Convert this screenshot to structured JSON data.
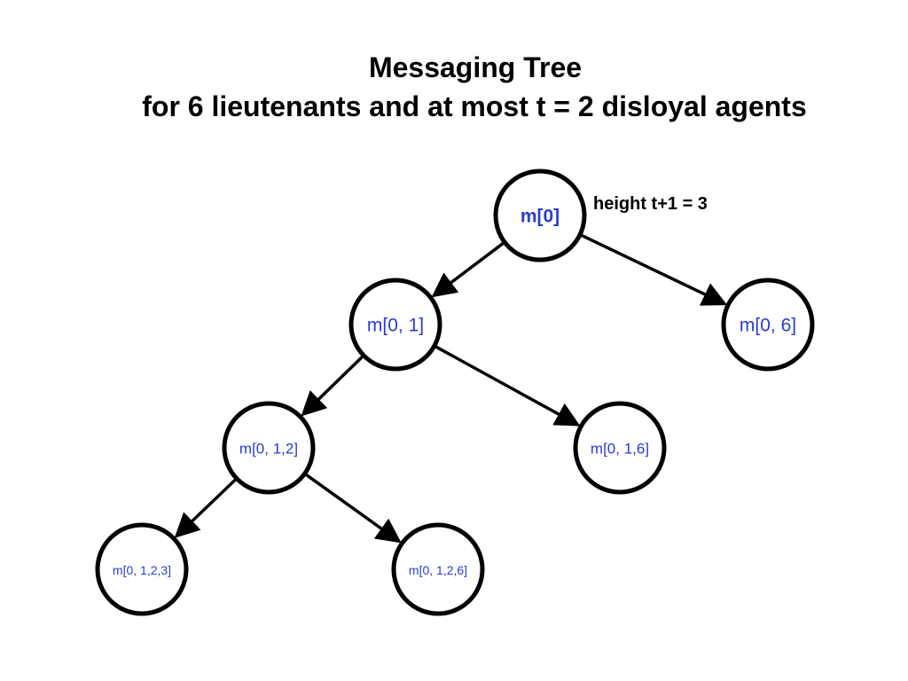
{
  "title": {
    "line1": "Messaging Tree",
    "line2": "for 6 lieutenants and at most t = 2 disloyal agents"
  },
  "annotation": "height t+1 = 3",
  "colors": {
    "node_text": "#2a3bd6",
    "node_outline": "#000000",
    "edge": "#000000",
    "background": "#ffffff"
  },
  "nodes": [
    {
      "id": "root",
      "label": "m[0]"
    },
    {
      "id": "n01",
      "label": "m[0, 1]"
    },
    {
      "id": "n06",
      "label": "m[0, 6]"
    },
    {
      "id": "n012",
      "label": "m[0, 1,2]"
    },
    {
      "id": "n016",
      "label": "m[0, 1,6]"
    },
    {
      "id": "n0123",
      "label": "m[0, 1,2,3]"
    },
    {
      "id": "n0126",
      "label": "m[0, 1,2,6]"
    }
  ],
  "edges": [
    {
      "from": "root",
      "to": "n01"
    },
    {
      "from": "root",
      "to": "n06"
    },
    {
      "from": "n01",
      "to": "n012"
    },
    {
      "from": "n01",
      "to": "n016"
    },
    {
      "from": "n012",
      "to": "n0123"
    },
    {
      "from": "n012",
      "to": "n0126"
    }
  ]
}
